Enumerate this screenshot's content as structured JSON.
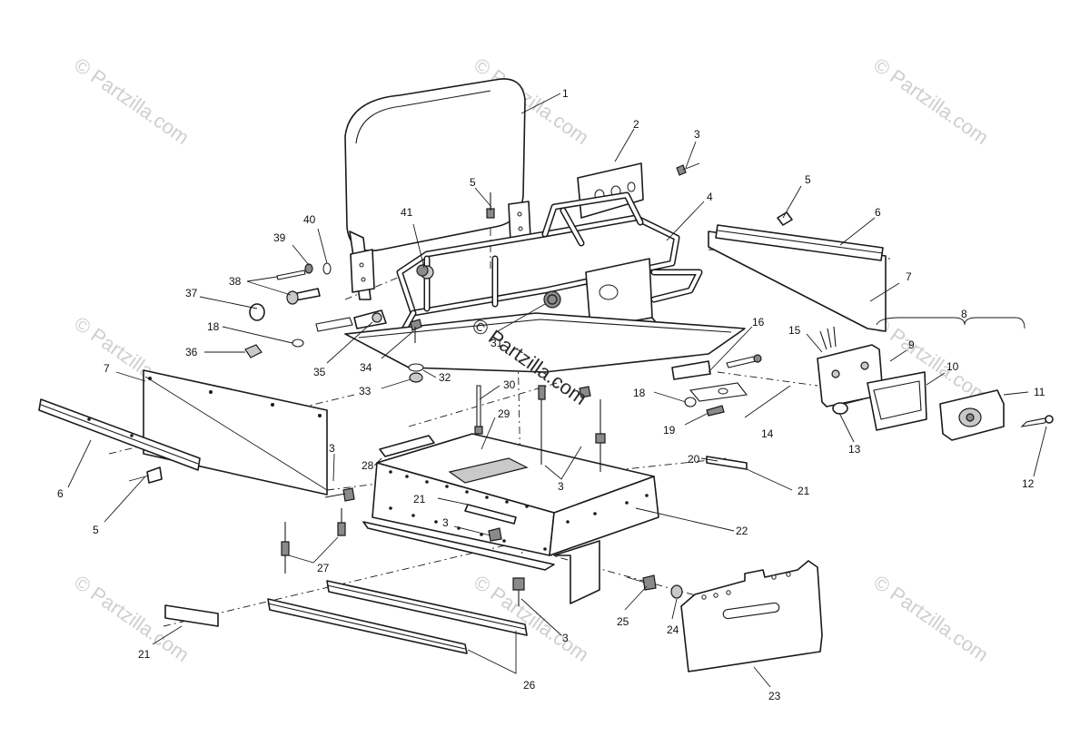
{
  "diagram": {
    "callouts": {
      "c1": "1",
      "c2": "2",
      "c3a": "3",
      "c4": "4",
      "c5a": "5",
      "c5b": "5",
      "c6a": "6",
      "c7a": "7",
      "c8": "8",
      "c9": "9",
      "c10": "10",
      "c11": "11",
      "c12": "12",
      "c13": "13",
      "c14": "14",
      "c15": "15",
      "c16": "16",
      "c18a": "18",
      "c19": "19",
      "c20": "20",
      "c21a": "21",
      "c22": "22",
      "c30": "30",
      "c29": "29",
      "c28": "28",
      "c21b": "21",
      "c3b": "3",
      "c3c": "3",
      "c3d": "3",
      "c3e": "3",
      "c7b": "7",
      "c6b": "6",
      "c5c": "5",
      "c27": "27",
      "c21c": "21",
      "c26": "26",
      "c25": "25",
      "c24": "24",
      "c23": "23",
      "c41": "41",
      "c40": "40",
      "c39": "39",
      "c38": "38",
      "c37": "37",
      "c18b": "18",
      "c36": "36",
      "c35": "35",
      "c34": "34",
      "c32": "32",
      "c33": "33",
      "c31": "31"
    },
    "watermark": "© Partzilla.com",
    "accent_color": "#1a1a1a",
    "watermark_color": "#cfcfcf"
  }
}
